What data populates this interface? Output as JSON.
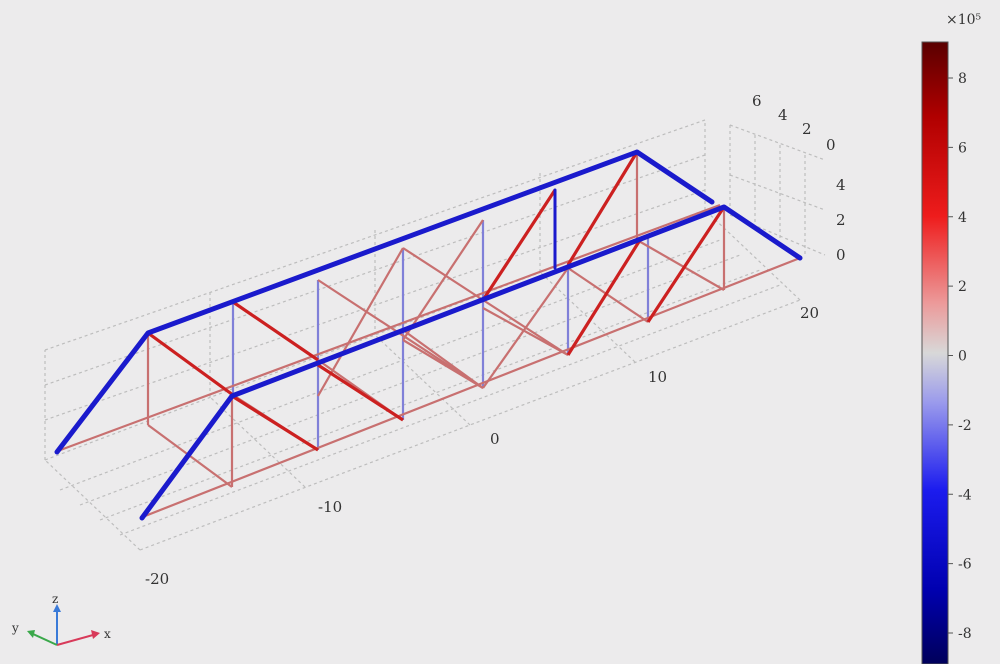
{
  "colorbar": {
    "multiplier": "×10⁵",
    "ticks": [
      "8",
      "6",
      "4",
      "2",
      "0",
      "-2",
      "-4",
      "-6",
      "-8"
    ],
    "stops": [
      "#5a0000",
      "#b00000",
      "#ee1c1c",
      "#ec9a9a",
      "#d8d8d8",
      "#9a9aec",
      "#1c1cee",
      "#0000b0",
      "#00005a"
    ]
  },
  "axes": {
    "x_ticks": [
      "-20",
      "-10",
      "0",
      "10",
      "20"
    ],
    "y_ticks": [
      "6",
      "4",
      "2",
      "0"
    ],
    "z_ticks": [
      "4",
      "2",
      "0"
    ]
  },
  "triad": {
    "x": "x",
    "y": "y",
    "z": "z"
  },
  "colors": {
    "compression": "#1a1acc",
    "tension": "#cc2020",
    "light_tension": "#c87070",
    "light_compression": "#8080d8",
    "grid": "#bdbdbd"
  }
}
